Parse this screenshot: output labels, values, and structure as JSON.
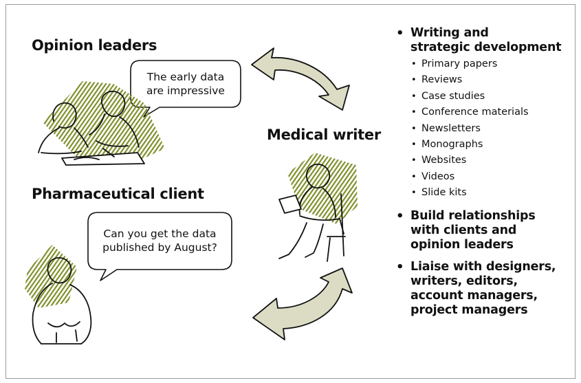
{
  "headings": {
    "opinion_leaders": "Opinion leaders",
    "pharma_client": "Pharmaceutical client",
    "medical_writer": "Medical writer"
  },
  "bubbles": {
    "opinion_leaders": [
      "The early data",
      "are impressive"
    ],
    "pharma_client": [
      "Can you get the data",
      "published by August?"
    ]
  },
  "roles": [
    {
      "lines": [
        "Writing and",
        "strategic development"
      ],
      "items": [
        "Primary papers",
        "Reviews",
        "Case studies",
        "Conference materials",
        "Newsletters",
        "Monographs",
        "Websites",
        "Videos",
        "Slide kits"
      ]
    },
    {
      "lines": [
        "Build relationships",
        "with clients and",
        "opinion leaders"
      ],
      "items": []
    },
    {
      "lines": [
        "Liaise with designers,",
        "writers, editors,",
        "account managers,",
        "project managers"
      ],
      "items": []
    }
  ],
  "colors": {
    "arrow_fill": "#dcdcc4",
    "hatch": "#7f8f2a",
    "outline": "#111111",
    "frame": "#9a9a9a"
  }
}
